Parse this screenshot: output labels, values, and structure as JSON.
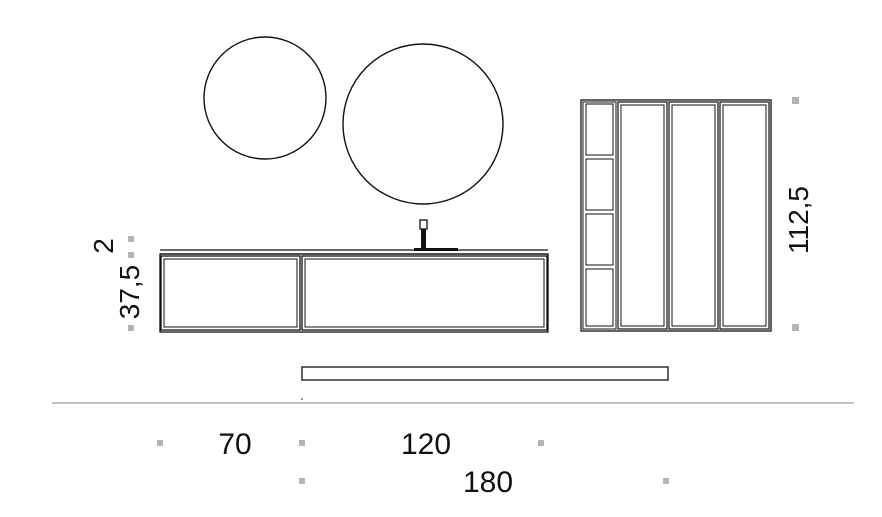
{
  "colors": {
    "line": "#111111",
    "marker": "#b3b3b3",
    "baseline": "#9a9a9a",
    "background": "#ffffff"
  },
  "dimensions": {
    "vertical": {
      "top_height": "2",
      "cabinet_height": "37,5",
      "column_height": "112,5"
    },
    "horizontal": {
      "left_width": "70",
      "middle_width": "120",
      "total_width": "180"
    }
  }
}
